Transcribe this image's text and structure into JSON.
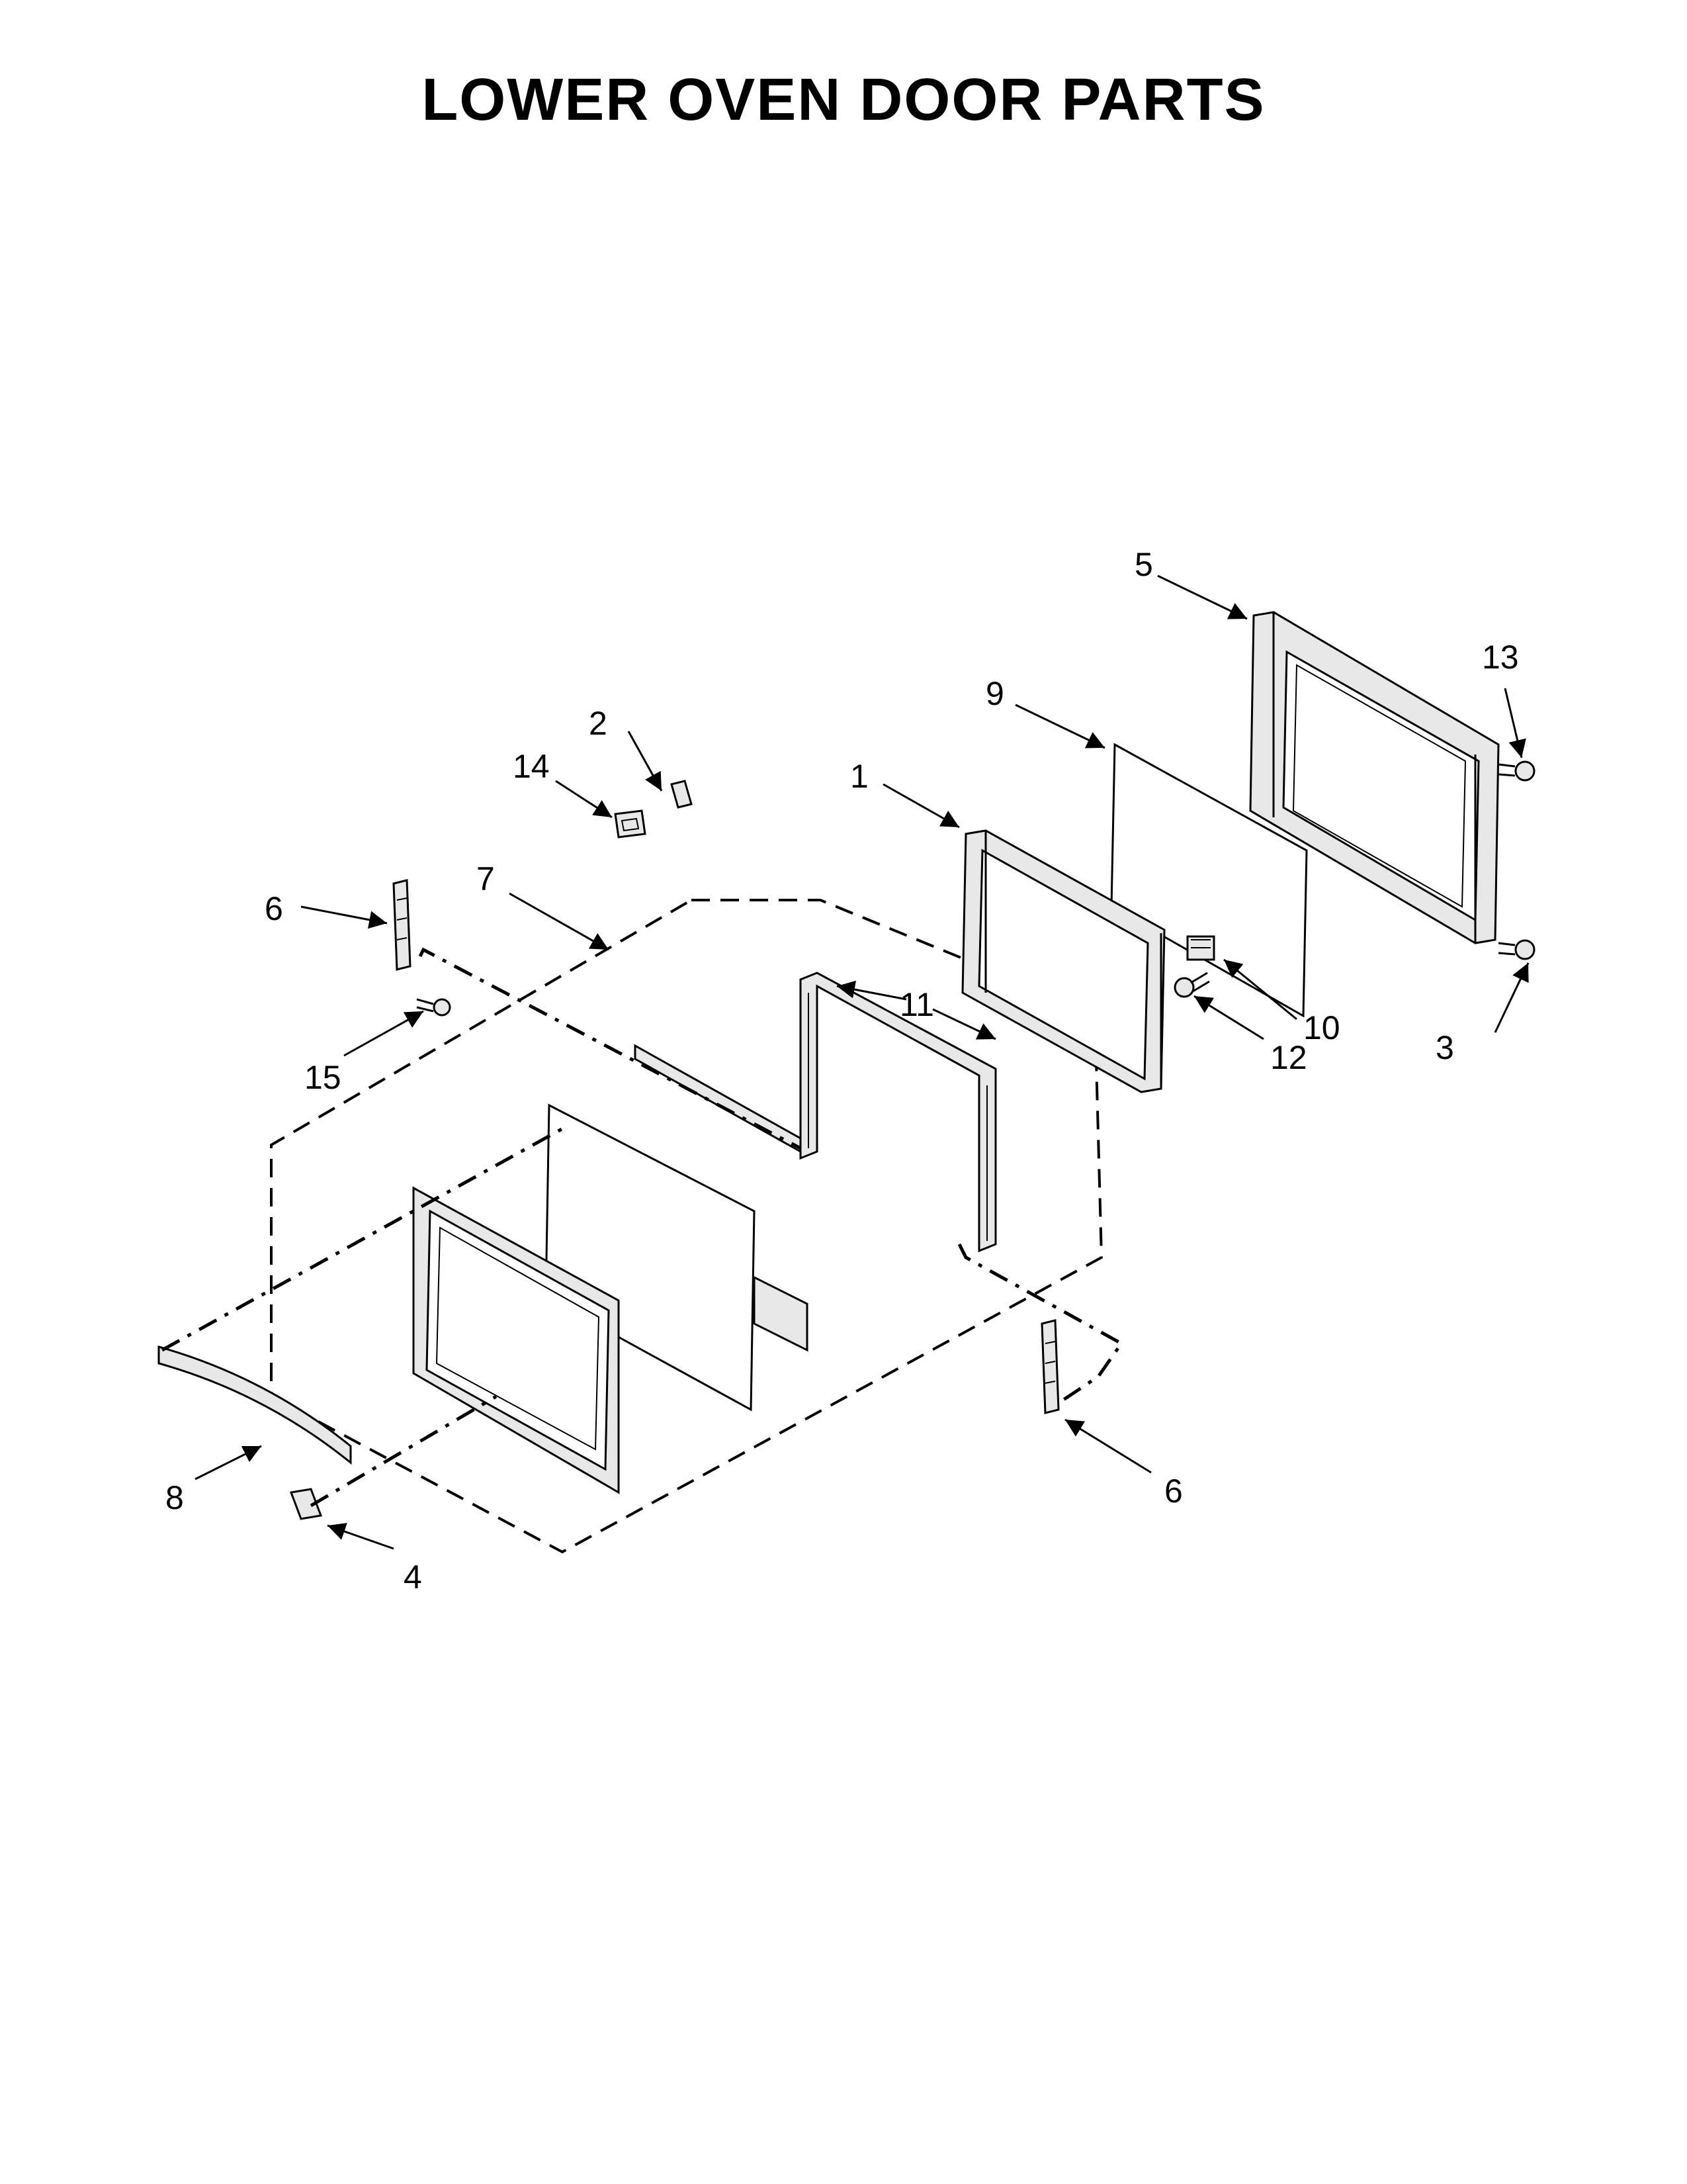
{
  "title": "LOWER OVEN DOOR PARTS",
  "callouts": {
    "c1": "1",
    "c2": "2",
    "c3": "3",
    "c4": "4",
    "c5": "5",
    "c6a": "6",
    "c6b": "6",
    "c7": "7",
    "c8": "8",
    "c9": "9",
    "c10": "10",
    "c11": "11",
    "c12": "12",
    "c13": "13",
    "c14": "14",
    "c15": "15"
  }
}
